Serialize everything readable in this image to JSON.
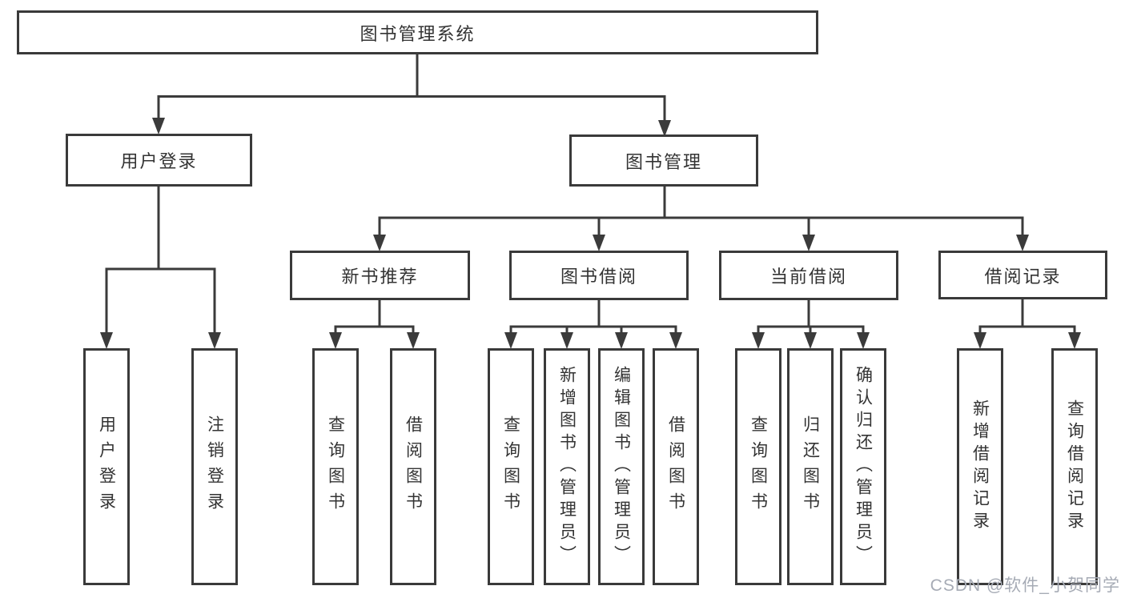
{
  "diagram": {
    "root": {
      "label": "图书管理系统",
      "children": [
        {
          "label": "用户登录",
          "children": [
            {
              "label": "用户登录"
            },
            {
              "label": "注销登录"
            }
          ]
        },
        {
          "label": "图书管理",
          "children": [
            {
              "label": "新书推荐",
              "children": [
                {
                  "label": "查询图书"
                },
                {
                  "label": "借阅图书"
                }
              ]
            },
            {
              "label": "图书借阅",
              "children": [
                {
                  "label": "查询图书"
                },
                {
                  "label": "新增图书（管理员）"
                },
                {
                  "label": "编辑图书（管理员）"
                },
                {
                  "label": "借阅图书"
                }
              ]
            },
            {
              "label": "当前借阅",
              "children": [
                {
                  "label": "查询图书"
                },
                {
                  "label": "归还图书"
                },
                {
                  "label": "确认归还（管理员）"
                }
              ]
            },
            {
              "label": "借阅记录",
              "children": [
                {
                  "label": "新增借阅记录"
                },
                {
                  "label": "查询借阅记录"
                }
              ]
            }
          ]
        }
      ]
    }
  },
  "watermark": {
    "text": "CSDN @软件_小贺同学"
  },
  "colors": {
    "line": "#3b3b3b",
    "box_border": "#3a3a3a",
    "text": "#333333",
    "watermark": "#a6abb5",
    "background": "#ffffff"
  }
}
